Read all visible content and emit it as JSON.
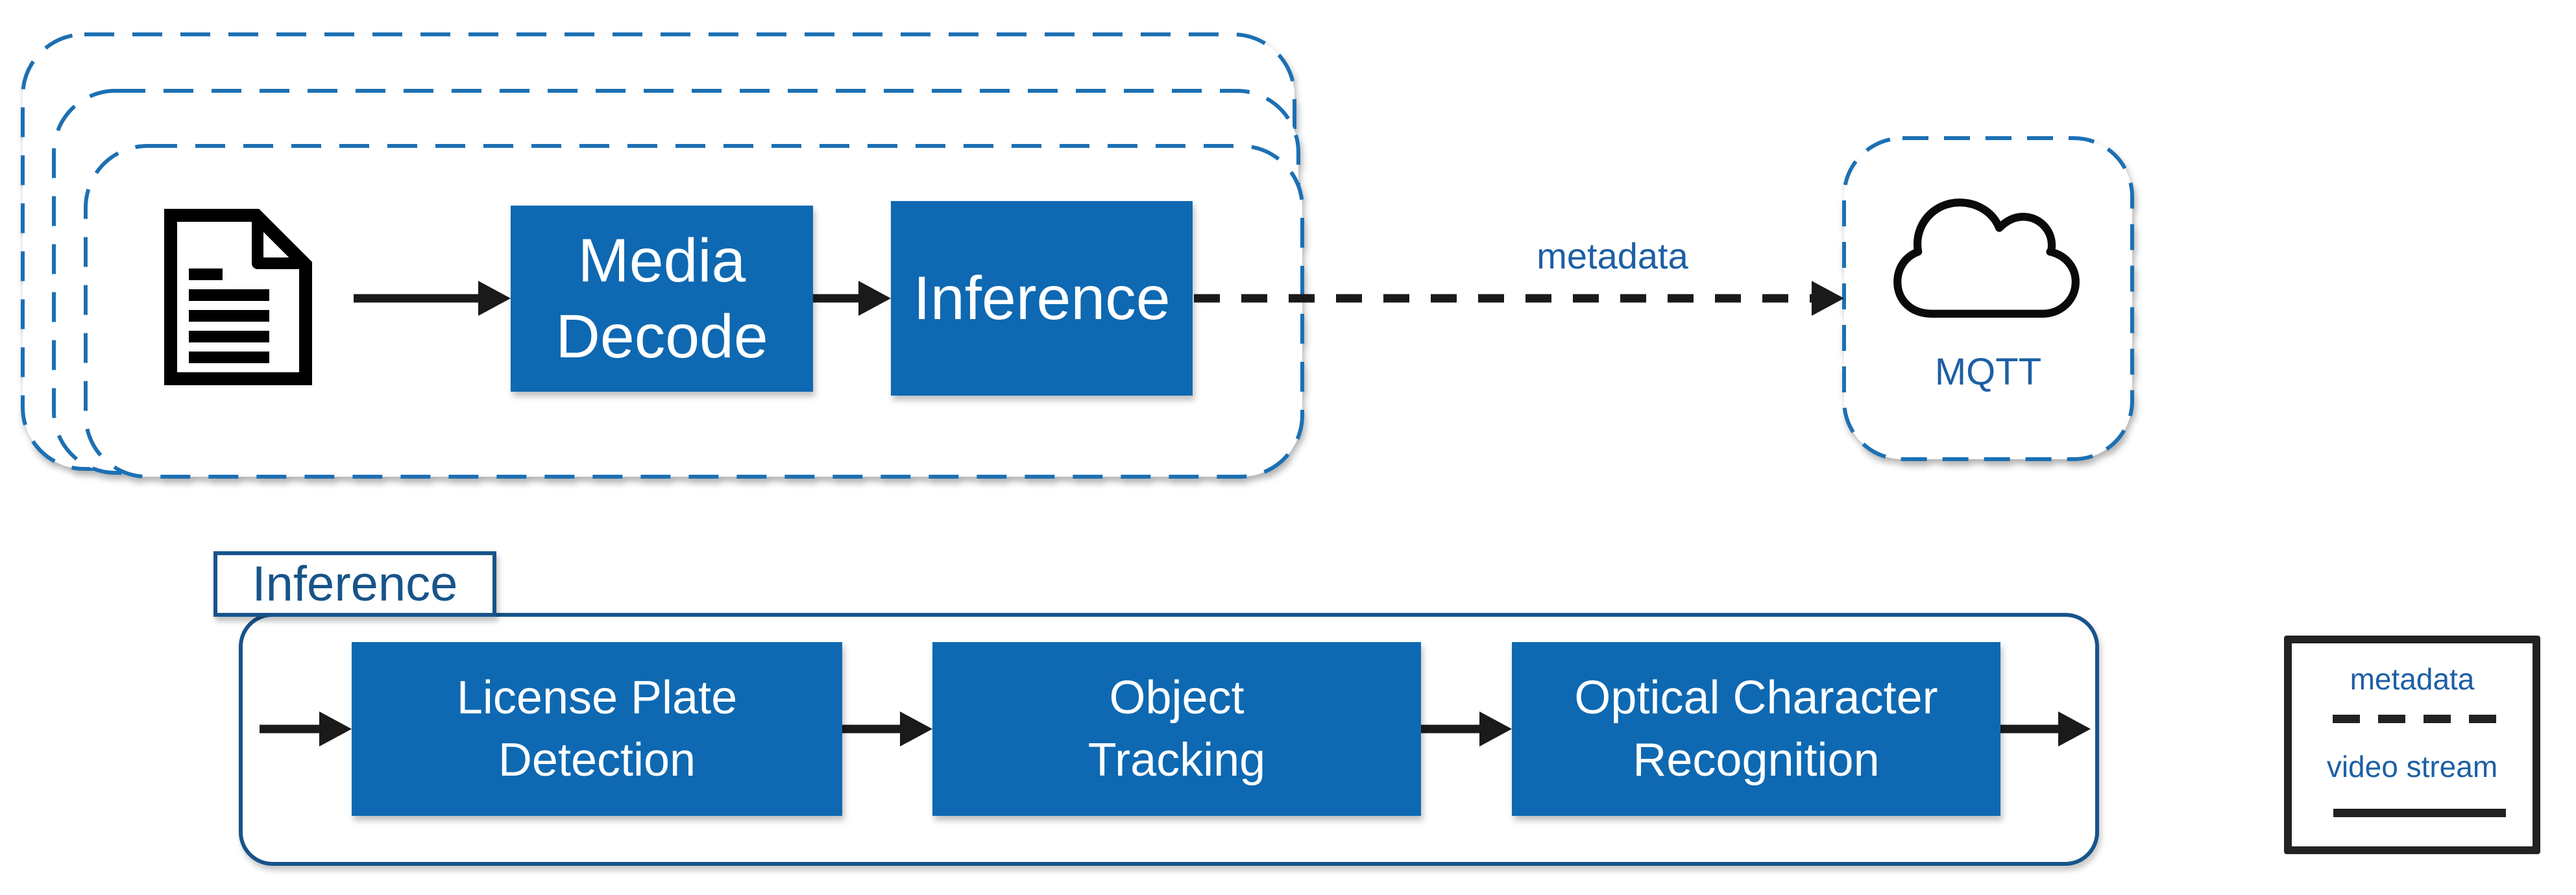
{
  "top": {
    "media_decode_line1": "Media",
    "media_decode_line2": "Decode",
    "inference_label": "Inference",
    "metadata_label": "metadata",
    "mqtt_label": "MQTT"
  },
  "bottom": {
    "title": "Inference",
    "box1_line1": "License Plate",
    "box1_line2": "Detection",
    "box2_line1": "Object",
    "box2_line2": "Tracking",
    "box3_line1": "Optical Character",
    "box3_line2": "Recognition"
  },
  "legend": {
    "item1_label": "metadata",
    "item2_label": "video stream"
  },
  "icons": {
    "source": "document-icon",
    "broker": "cloud-icon"
  },
  "colors": {
    "box_blue": "#0e69b2",
    "card_dash_blue": "#1f6fb3",
    "container_blue": "#17548b",
    "label_blue": "#1d5fa5",
    "tab_text_blue": "#175489",
    "line_black": "#1a1a1a"
  }
}
